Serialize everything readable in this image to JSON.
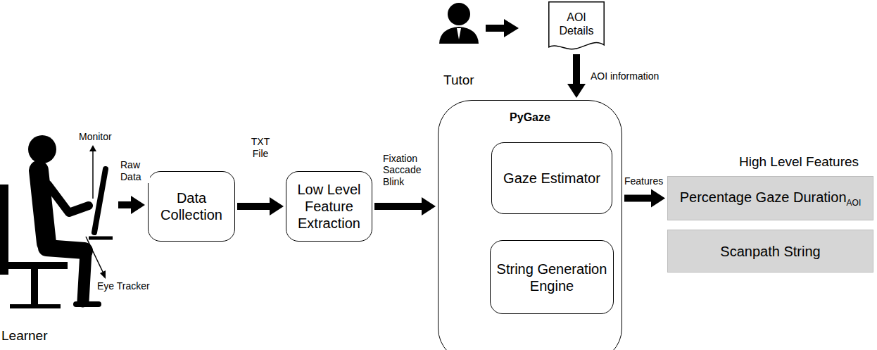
{
  "diagram": {
    "nodes": [
      {
        "text": [
          "Data Collection"
        ]
      },
      {
        "text": [
          "Low Level Feature Extraction"
        ]
      },
      {
        "text": [
          "AOI Details"
        ]
      },
      {
        "text": [
          "PyGaze"
        ]
      },
      {
        "text": [
          "Gaze Estimator"
        ],
        "in": 3
      },
      {
        "text": [
          "String Generation Engine"
        ],
        "in": 3
      },
      {
        "text": [
          "Percentage Gaze Duration",
          "AOI"
        ]
      },
      {
        "text": [
          "Scanpath String"
        ]
      }
    ],
    "edges": [
      {
        "from": 0,
        "to": 1,
        "arrow": "to",
        "label": "TXT File"
      },
      {
        "from": 1,
        "to": 3,
        "arrow": "to",
        "label": "Fixation Saccade Blink"
      },
      {
        "from": 2,
        "to": 3,
        "arrow": "to",
        "label": "AOI information"
      },
      {
        "from": 3,
        "to": 6,
        "arrow": "to",
        "label": "Features"
      }
    ],
    "labels": [
      "Monitor",
      "Raw Data",
      "Eye Tracker",
      "Learner",
      "Tutor",
      "High Level Features"
    ]
  }
}
